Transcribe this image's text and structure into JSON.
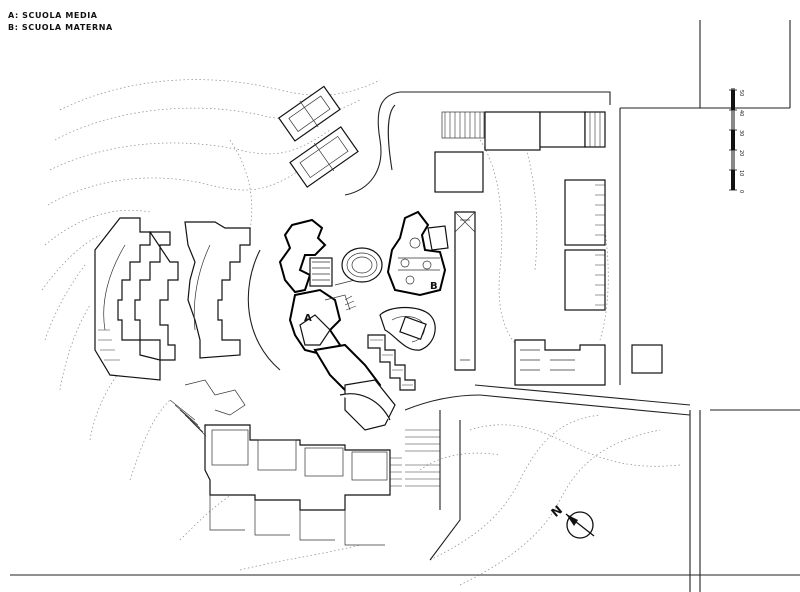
{
  "legend": {
    "a": "A: SCUOLA MEDIA",
    "b": "B: SCUOLA MATERNA"
  },
  "labels": {
    "a": "A",
    "b": "B"
  },
  "north": {
    "letter": "N"
  },
  "scale_bar": {
    "ticks": [
      "50",
      "40",
      "30",
      "20",
      "10",
      "0"
    ]
  }
}
